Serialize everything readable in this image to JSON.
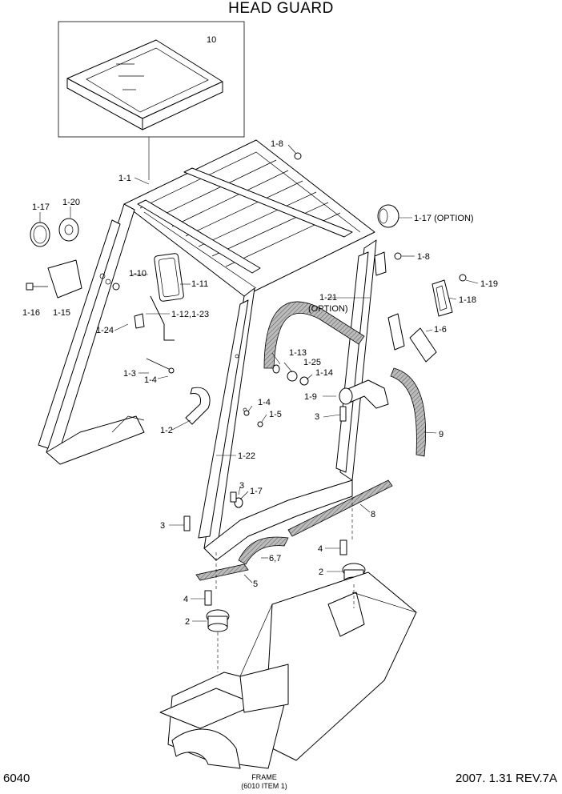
{
  "title": "HEAD GUARD",
  "page_number": "6040",
  "revision": "2007. 1.31 REV.7A",
  "frame_ref": {
    "line1": "FRAME",
    "line2": "(6010 ITEM 1)"
  },
  "labels": {
    "l10": "10",
    "l1_1": "1-1",
    "l1_8a": "1-8",
    "l1_17": "1-17",
    "l1_20": "1-20",
    "l1_17opt": "1-17 (OPTION)",
    "l1_8b": "1-8",
    "l1_19": "1-19",
    "l1_18": "1-18",
    "l1_21": "1-21",
    "l1_21opt": "(OPTION)",
    "l1_6": "1-6",
    "l1_10": "1-10",
    "l1_11": "1-11",
    "l1_16": "1-16",
    "l1_15": "1-15",
    "l1_12": "1-12,1-23",
    "l1_24": "1-24",
    "l1_3": "1-3",
    "l1_4a": "1-4",
    "l1_13": "1-13",
    "l1_25": "1-25",
    "l1_14": "1-14",
    "l1_9": "1-9",
    "l3a": "3",
    "l9": "9",
    "l1_4b": "1-4",
    "l1_5": "1-5",
    "l1_2": "1-2",
    "l1_22": "1-22",
    "l3b": "3",
    "l1_7": "1-7",
    "l8": "8",
    "l3c": "3",
    "l4a": "4",
    "l2a": "2",
    "l67": "6,7",
    "l5": "5",
    "l4b": "4",
    "l2b": "2"
  }
}
